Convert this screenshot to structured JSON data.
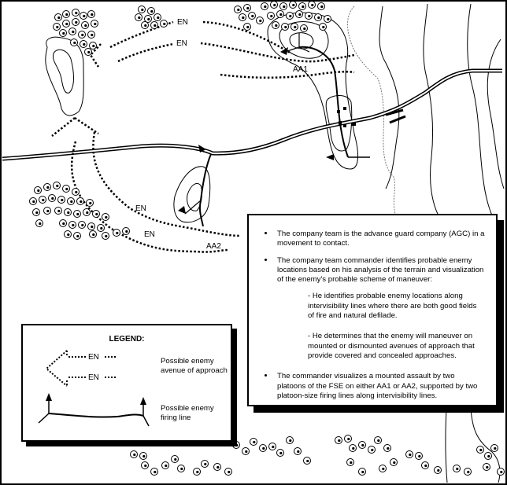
{
  "map": {
    "labels": {
      "en_top_1": "EN",
      "en_top_2": "EN",
      "aa1": "AA1",
      "en_left_1": "EN",
      "en_left_2": "EN",
      "aa2": "AA2"
    }
  },
  "info_box": {
    "bullets": [
      {
        "text": "The company team is the advance guard company (AGC) in a movement to contact."
      },
      {
        "text": "The company team commander identifies probable enemy locations based on his analysis of the terrain and visualization of the enemy's probable scheme of maneuver:"
      },
      {
        "text": "The commander visualizes a mounted assault by two platoons of the FSE on either AA1 or AA2, supported by two platoon-size firing lines along intervisibility lines."
      }
    ],
    "sub_items": [
      {
        "text": "- He identifies probable enemy locations along intervisibility lines where there are both good fields of fire and natural defilade."
      },
      {
        "text": "- He determines that the enemy will maneuver on mounted or dismounted avenues of approach that provide covered and concealed approaches."
      }
    ]
  },
  "legend": {
    "title": "LEGEND:",
    "en_label_1": "EN",
    "en_label_2": "EN",
    "items": [
      {
        "symbol": "dotted-arrow",
        "label_line1": "Possible enemy",
        "label_line2": "avenue of approach"
      },
      {
        "symbol": "firing-line",
        "label_line1": "Possible enemy",
        "label_line2": "firing line"
      }
    ]
  }
}
